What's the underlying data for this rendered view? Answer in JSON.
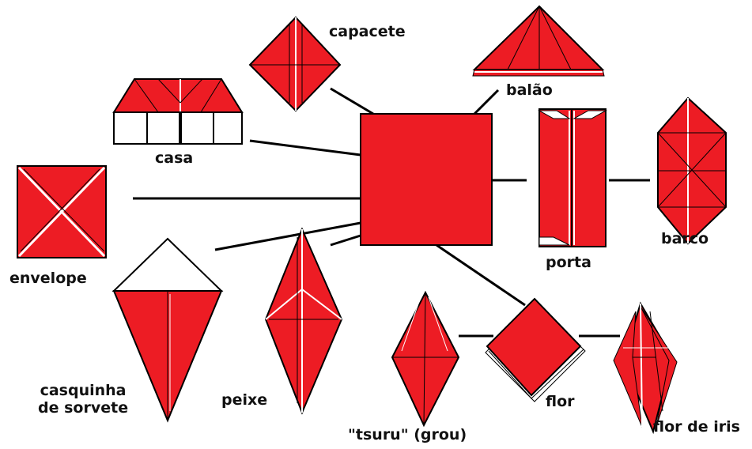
{
  "colors": {
    "paper": "#ed1c24",
    "outline": "#000000",
    "fold": "#ffffff",
    "background": "#ffffff"
  },
  "labels": {
    "capacete": "capacete",
    "balao": "balão",
    "casa": "casa",
    "envelope": "envelope",
    "porta": "porta",
    "barco": "barco",
    "casquinha_line1": "casquinha",
    "casquinha_line2": "de sorvete",
    "peixe": "peixe",
    "tsuru": "\"tsuru\" (grou)",
    "flor": "flor",
    "flor_de_iris": "flor de iris"
  }
}
